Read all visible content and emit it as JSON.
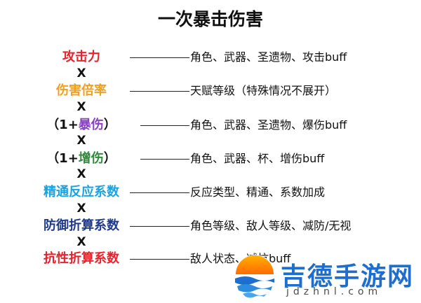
{
  "title": "一次暴击伤害",
  "times_symbol": "X",
  "rows": [
    {
      "term": "攻击力",
      "term_color": "#e8222a",
      "desc": "角色、武器、圣遗物、攻击buff"
    },
    {
      "term": "伤害倍率",
      "term_color": "#f0a020",
      "desc": "天赋等级（特殊情况不展开）"
    },
    {
      "term_prefix": "（1+",
      "term_core": "暴伤",
      "term_suffix": "）",
      "term_color": "#8a3fc4",
      "desc": "角色、武器、圣遗物、爆伤buff"
    },
    {
      "term_prefix": "（1+",
      "term_core": "增伤",
      "term_suffix": "）",
      "term_color": "#2f8a3a",
      "desc": "角色、武器、杯、增伤buff"
    },
    {
      "term": "精通反应系数",
      "term_color": "#1aa3e0",
      "desc": "反应类型、精通、系数加成"
    },
    {
      "term": "防御折算系数",
      "term_color": "#1f3a8a",
      "desc": "角色等级、敌人等级、减防/无视"
    },
    {
      "term": "抗性折算系数",
      "term_color": "#e8222a",
      "desc": "敌人状态、减抗buff"
    }
  ],
  "watermark": {
    "text": "吉德手游网",
    "url": "jdzhnl.com",
    "icon": "sun-wave-logo-icon"
  }
}
